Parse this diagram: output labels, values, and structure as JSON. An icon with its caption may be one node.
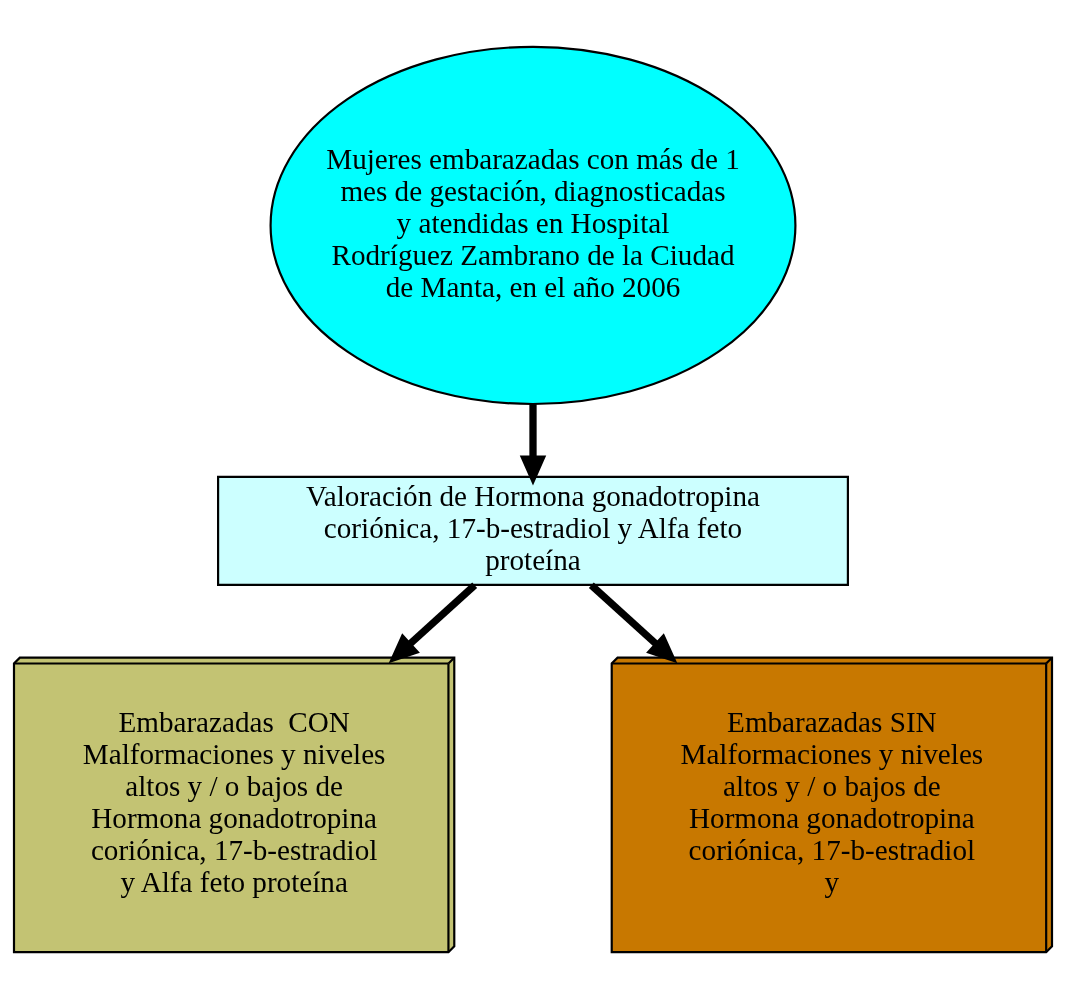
{
  "diagram": {
    "nodes": [
      {
        "text": [
          "Mujeres embarazadas con más de 1 mes de gestación, diagnosticadas y atendidas en Hospital Rodríguez Zambrano de la Ciudad de Manta, en el año 2006"
        ]
      },
      {
        "text": [
          "Valoración de Hormona gonadotropina coriónica, 17-b-estradiol y Alfa feto proteína"
        ]
      },
      {
        "text": [
          "Embarazadas  CON Malformaciones y niveles altos y / o bajos de Hormona gonadotropina coriónica, 17-b-estradiol y Alfa feto proteína"
        ]
      },
      {
        "text": [
          "Embarazadas SIN Malformaciones y niveles altos y / o bajos de Hormona gonadotropina coriónica, 17-b-estradiol y"
        ]
      }
    ],
    "edges": [
      {
        "from": 0,
        "to": 1,
        "arrow": "to"
      },
      {
        "from": 1,
        "to": 2,
        "arrow": "to"
      },
      {
        "from": 1,
        "to": 3,
        "arrow": "to"
      }
    ]
  }
}
